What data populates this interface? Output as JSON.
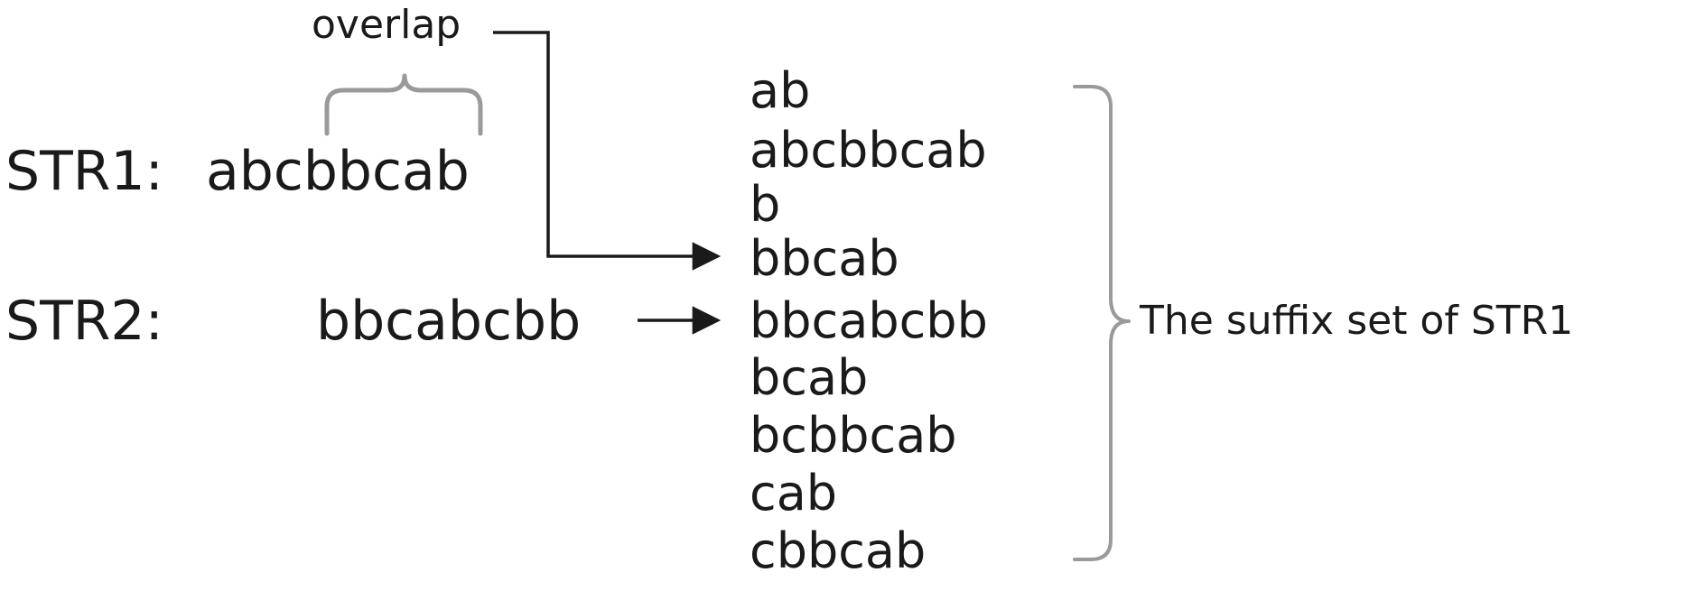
{
  "labels": {
    "overlap": "overlap",
    "str1_label": "STR1:",
    "str1_value": "abcbbcab",
    "str2_label": "STR2:",
    "str2_value": "bbcabcbb",
    "suffix_set_caption": "The suffix set of STR1"
  },
  "suffixes": [
    "ab",
    "abcbbcab",
    "b",
    "bbcab",
    "bbcabcbb",
    "bcab",
    "bcbbcab",
    "cab",
    "cbbcab"
  ],
  "colors": {
    "text": "#1a1a1a",
    "brace": "#9a9a9a",
    "arrow": "#1a1a1a"
  }
}
